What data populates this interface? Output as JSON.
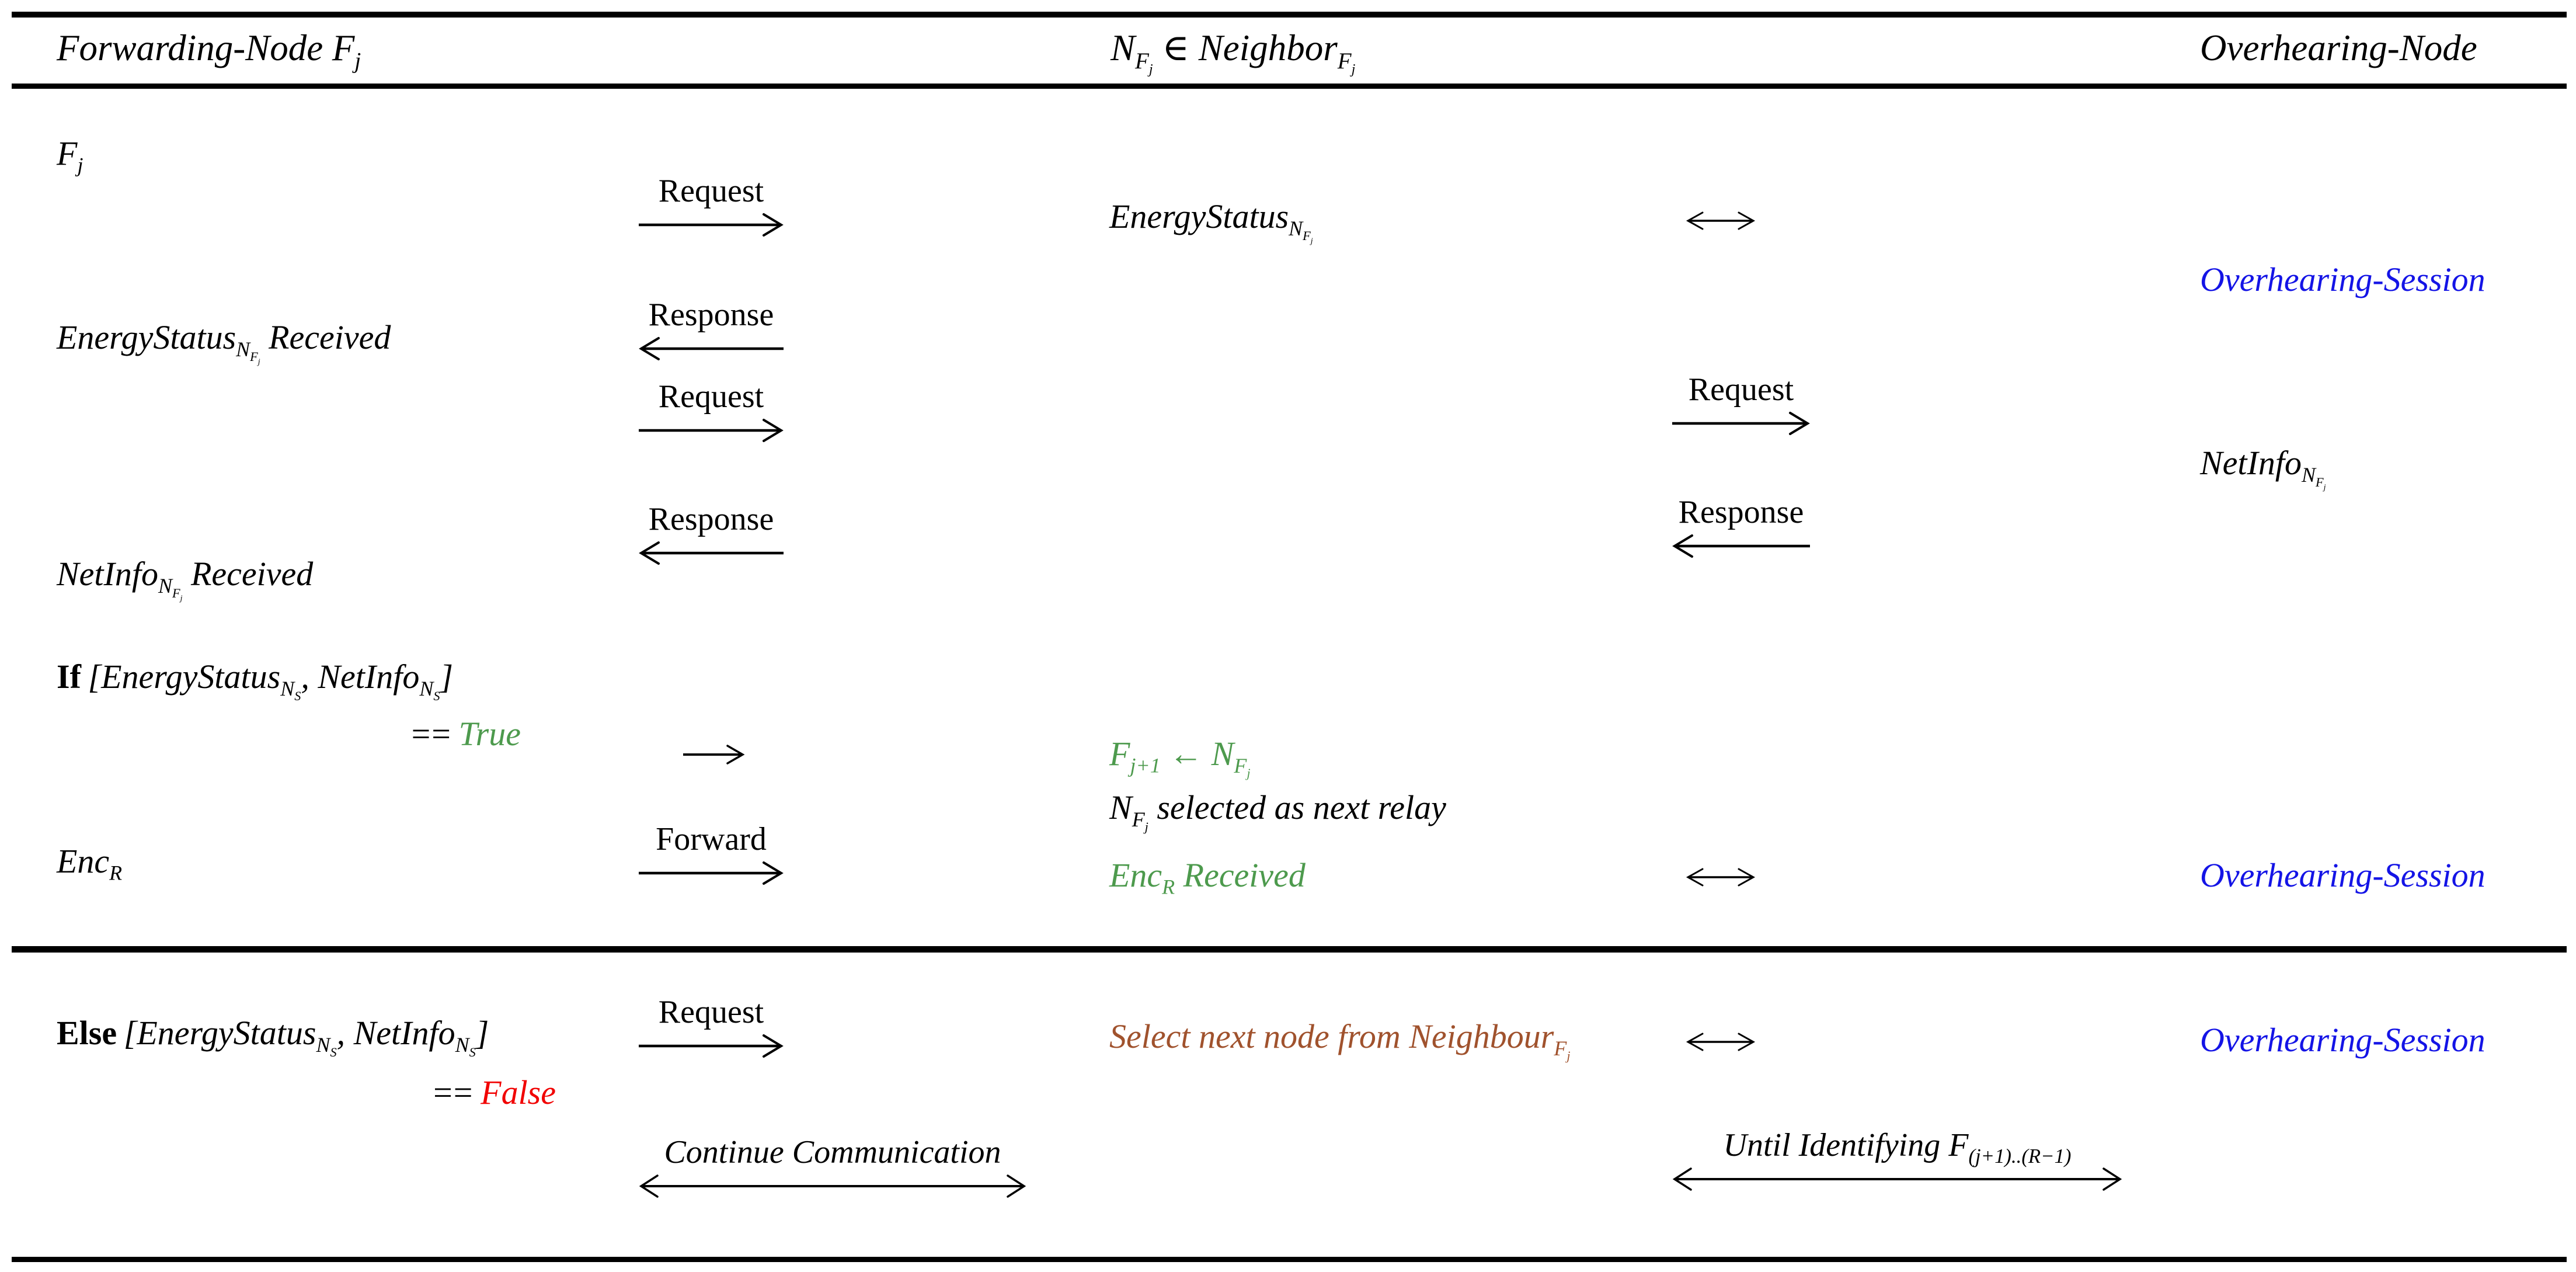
{
  "figure": "overhearing-relay-selection-protocol",
  "colors": {
    "session_blue": "#1414e6",
    "success_green": "#4d9a4d",
    "false_red": "#f10000",
    "select_brown": "#a0522d",
    "text_black": "#000000",
    "background": "#ffffff"
  },
  "header": {
    "forwarding": "Forwarding-Node F<sub>j</sub>",
    "neighbor": "N<sub>F<sub>j</sub></sub> &#8712; Neighbor<sub>F<sub>j</sub></sub>",
    "overhearing": "Overhearing-Node"
  },
  "left_column": {
    "fj": "F<sub>j</sub>",
    "energy_received": "EnergyStatus<sub>N<sub>F<sub>j</sub></sub></sub> Received",
    "netinfo_received": "NetInfo<sub>N<sub>F<sub>j</sub></sub></sub> Received",
    "if_keyword": "If",
    "if_condition": "[EnergyStatus<sub>N<sub>S</sub></sub>, NetInfo<sub>N<sub>S</sub></sub>]",
    "if_eq": "==",
    "if_value": "True",
    "enc": "Enc<sub>R</sub>",
    "else_keyword": "Else",
    "else_condition": "[EnergyStatus<sub>N<sub>S</sub></sub>, NetInfo<sub>N<sub>S</sub></sub>]",
    "else_eq": "==",
    "else_value": "False"
  },
  "fj_neighbor_channel": {
    "request1": "Request",
    "response1": "Response",
    "request2": "Request",
    "response2": "Response",
    "forward": "Forward",
    "request3": "Request",
    "continue_comm": "Continue Communication"
  },
  "neighbor_column": {
    "energy_status": "EnergyStatus<sub>N<sub>F<sub>j</sub></sub></sub>",
    "assign": "F<sub>j+1</sub> &#8592; N<sub>F<sub>j</sub></sub>",
    "selected": "N<sub>F<sub>j</sub></sub> selected as next relay",
    "enc_received": "Enc<sub>R</sub> Received",
    "select_next": "Select next node from Neighbour<sub>F<sub>j</sub></sub>"
  },
  "overhearing_channel": {
    "request": "Request",
    "response": "Response",
    "until": "Until Identifying F<sub>(j+1)..(R&#8722;1)</sub>"
  },
  "overhearing_column": {
    "session1": "Overhearing-Session",
    "netinfo": "NetInfo<sub>N<sub>F<sub>j</sub></sub></sub>",
    "session2": "Overhearing-Session",
    "session3": "Overhearing-Session"
  }
}
